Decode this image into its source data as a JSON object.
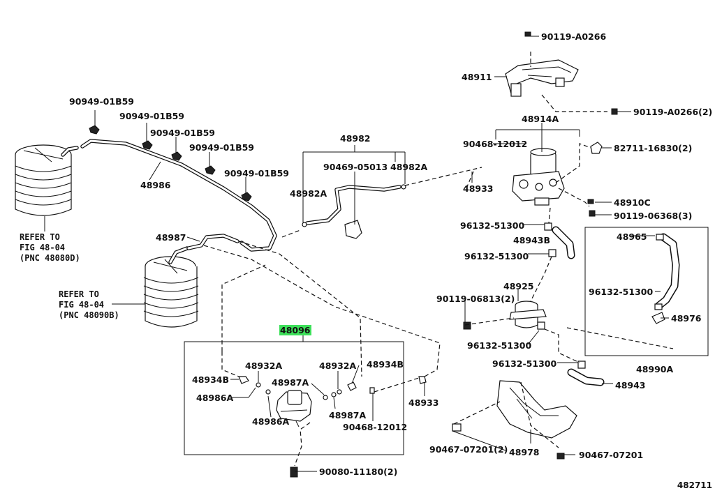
{
  "diagram": {
    "figure_code": "482711",
    "highlight_color": "#3de05a",
    "parts": [
      {
        "id": "p01",
        "label": "90119-A0266",
        "highlighted": false
      },
      {
        "id": "p02",
        "label": "48911",
        "highlighted": false
      },
      {
        "id": "p03",
        "label": "90119-A0266(2)",
        "highlighted": false
      },
      {
        "id": "p04",
        "label": "48914A",
        "highlighted": false
      },
      {
        "id": "p05",
        "label": "90468-12012",
        "highlighted": false
      },
      {
        "id": "p06",
        "label": "82711-16830(2)",
        "highlighted": false
      },
      {
        "id": "p07",
        "label": "48933",
        "highlighted": false
      },
      {
        "id": "p08",
        "label": "48910C",
        "highlighted": false
      },
      {
        "id": "p09",
        "label": "90119-06368(3)",
        "highlighted": false
      },
      {
        "id": "p10",
        "label": "96132-51300",
        "highlighted": false
      },
      {
        "id": "p11",
        "label": "48943B",
        "highlighted": false
      },
      {
        "id": "p12",
        "label": "96132-51300",
        "highlighted": false
      },
      {
        "id": "p13",
        "label": "48965",
        "highlighted": false
      },
      {
        "id": "p14",
        "label": "96132-51300",
        "highlighted": false
      },
      {
        "id": "p15",
        "label": "48925",
        "highlighted": false
      },
      {
        "id": "p16",
        "label": "90119-06813(2)",
        "highlighted": false
      },
      {
        "id": "p17",
        "label": "48976",
        "highlighted": false
      },
      {
        "id": "p18",
        "label": "96132-51300",
        "highlighted": false
      },
      {
        "id": "p19",
        "label": "96132-51300",
        "highlighted": false
      },
      {
        "id": "p20",
        "label": "48990A",
        "highlighted": false
      },
      {
        "id": "p21",
        "label": "48943",
        "highlighted": false
      },
      {
        "id": "p22",
        "label": "48982",
        "highlighted": false
      },
      {
        "id": "p23",
        "label": "90469-05013",
        "highlighted": false
      },
      {
        "id": "p24",
        "label": "48982A",
        "highlighted": false
      },
      {
        "id": "p25",
        "label": "48982A",
        "highlighted": false
      },
      {
        "id": "p26",
        "label": "90949-01B59",
        "highlighted": false
      },
      {
        "id": "p27",
        "label": "90949-01B59",
        "highlighted": false
      },
      {
        "id": "p28",
        "label": "90949-01B59",
        "highlighted": false
      },
      {
        "id": "p29",
        "label": "90949-01B59",
        "highlighted": false
      },
      {
        "id": "p30",
        "label": "90949-01B59",
        "highlighted": false
      },
      {
        "id": "p31",
        "label": "48986",
        "highlighted": false
      },
      {
        "id": "p32",
        "label": "48987",
        "highlighted": false
      },
      {
        "id": "p33",
        "label": "48096",
        "highlighted": true
      },
      {
        "id": "p34",
        "label": "48932A",
        "highlighted": false
      },
      {
        "id": "p35",
        "label": "48932A",
        "highlighted": false
      },
      {
        "id": "p36",
        "label": "48934B",
        "highlighted": false
      },
      {
        "id": "p37",
        "label": "48934B",
        "highlighted": false
      },
      {
        "id": "p38",
        "label": "48987A",
        "highlighted": false
      },
      {
        "id": "p39",
        "label": "48986A",
        "highlighted": false
      },
      {
        "id": "p40",
        "label": "48986A",
        "highlighted": false
      },
      {
        "id": "p41",
        "label": "48987A",
        "highlighted": false
      },
      {
        "id": "p42",
        "label": "90468-12012",
        "highlighted": false
      },
      {
        "id": "p43",
        "label": "48933",
        "highlighted": false
      },
      {
        "id": "p44",
        "label": "90467-07201(2)",
        "highlighted": false
      },
      {
        "id": "p45",
        "label": "48978",
        "highlighted": false
      },
      {
        "id": "p46",
        "label": "90467-07201",
        "highlighted": false
      },
      {
        "id": "p47",
        "label": "90080-11180(2)",
        "highlighted": false
      }
    ],
    "notes": [
      {
        "id": "n1",
        "text": "REFER TO\nFIG 48-04\n(PNC 48080D)"
      },
      {
        "id": "n2",
        "text": "REFER TO\nFIG 48-04\n(PNC 48090B)"
      }
    ]
  }
}
